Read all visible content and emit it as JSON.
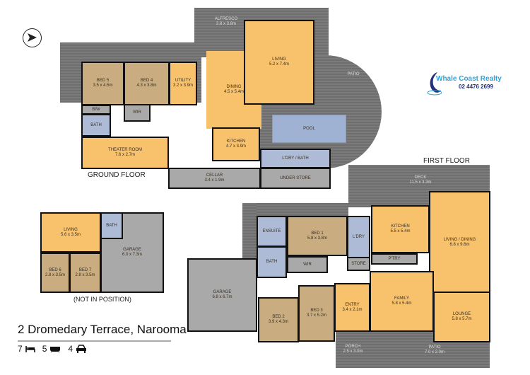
{
  "labels": {
    "ground_floor": "GROUND FLOOR",
    "first_floor": "FIRST FLOOR",
    "not_in_position": "(NOT IN POSITION)"
  },
  "property": {
    "address": "2 Dromedary Terrace, Narooma",
    "beds": "7",
    "baths": "5",
    "cars": "4"
  },
  "logo": {
    "name": "Whale Coast Realty",
    "phone": "02 4476 2699"
  },
  "icons": [
    "compass-north-icon",
    "bed-icon",
    "bath-icon",
    "car-icon"
  ],
  "colors": {
    "living": "#f8c16c",
    "bedroom": "#c9ad80",
    "garage": "#a9a9a9",
    "wet": "#aebbd6",
    "deck": "#737373",
    "pool": "#9fb2d3"
  },
  "rooms": {
    "alfresco": {
      "name": "ALFRESCO",
      "size": "3.8 x 3.8m"
    },
    "patio_g": {
      "name": "PATIO",
      "size": ""
    },
    "bed5": {
      "name": "BED 5",
      "size": "3.5 x 4.5m"
    },
    "bed4": {
      "name": "BED 4",
      "size": "4.3 x 3.8m"
    },
    "utility": {
      "name": "UTILITY",
      "size": "3.2 x 3.9m"
    },
    "dining": {
      "name": "DINING",
      "size": "4.5 x 5.4m"
    },
    "living_g": {
      "name": "LIVING",
      "size": "5.2 x 7.4m"
    },
    "biw_g": {
      "name": "BIW",
      "size": ""
    },
    "wir_g": {
      "name": "WIR",
      "size": ""
    },
    "bath_g": {
      "name": "BATH",
      "size": ""
    },
    "theater": {
      "name": "THEATER ROOM",
      "size": "7.6 x 2.7m"
    },
    "kitchen_g": {
      "name": "KITCHEN",
      "size": "4.7 x 3.9m"
    },
    "pool": {
      "name": "POOL",
      "size": ""
    },
    "ldry_bath": {
      "name": "L'DRY / BATH",
      "size": ""
    },
    "cellar": {
      "name": "CELLAR",
      "size": "3.4 x 1.9m"
    },
    "under_store": {
      "name": "UNDER STORE",
      "size": ""
    },
    "deck": {
      "name": "DECK",
      "size": "11.5 x 3.3m"
    },
    "ensuite": {
      "name": "ENSUITE",
      "size": ""
    },
    "bed1": {
      "name": "BED 1",
      "size": "5.8 x 3.8m"
    },
    "ldry": {
      "name": "L'DRY",
      "size": ""
    },
    "kitchen_f": {
      "name": "KITCHEN",
      "size": "5.5 x 5.4m"
    },
    "living_dining": {
      "name": "LIVING / DINING",
      "size": "6.8 x 9.6m"
    },
    "bath_f": {
      "name": "BATH",
      "size": ""
    },
    "wir_f": {
      "name": "WIR",
      "size": ""
    },
    "store": {
      "name": "STORE",
      "size": ""
    },
    "pantry": {
      "name": "P'TRY",
      "size": ""
    },
    "garage_f": {
      "name": "GARAGE",
      "size": "6.8 x 6.7m"
    },
    "family": {
      "name": "FAMILY",
      "size": "5.8 x 5.4m"
    },
    "lounge": {
      "name": "LOUNGE",
      "size": "5.8 x 5.7m"
    },
    "bed2": {
      "name": "BED 2",
      "size": "3.9 x 4.3m"
    },
    "bed3": {
      "name": "BED 3",
      "size": "3.7 x 5.2m"
    },
    "entry": {
      "name": "ENTRY",
      "size": "3.4 x 2.1m"
    },
    "porch": {
      "name": "PORCH",
      "size": "2.5 x 3.0m"
    },
    "patio_f": {
      "name": "PATIO",
      "size": "7.0 x 2.0m"
    },
    "living_a": {
      "name": "LIVING",
      "size": "5.6 x 3.5m"
    },
    "bath_a": {
      "name": "BATH",
      "size": ""
    },
    "garage_a": {
      "name": "GARAGE",
      "size": "6.0 x 7.3m"
    },
    "bed6": {
      "name": "BED 6",
      "size": "2.8 x 3.5m"
    },
    "bed7": {
      "name": "BED 7",
      "size": "2.8 x 3.5m"
    }
  }
}
